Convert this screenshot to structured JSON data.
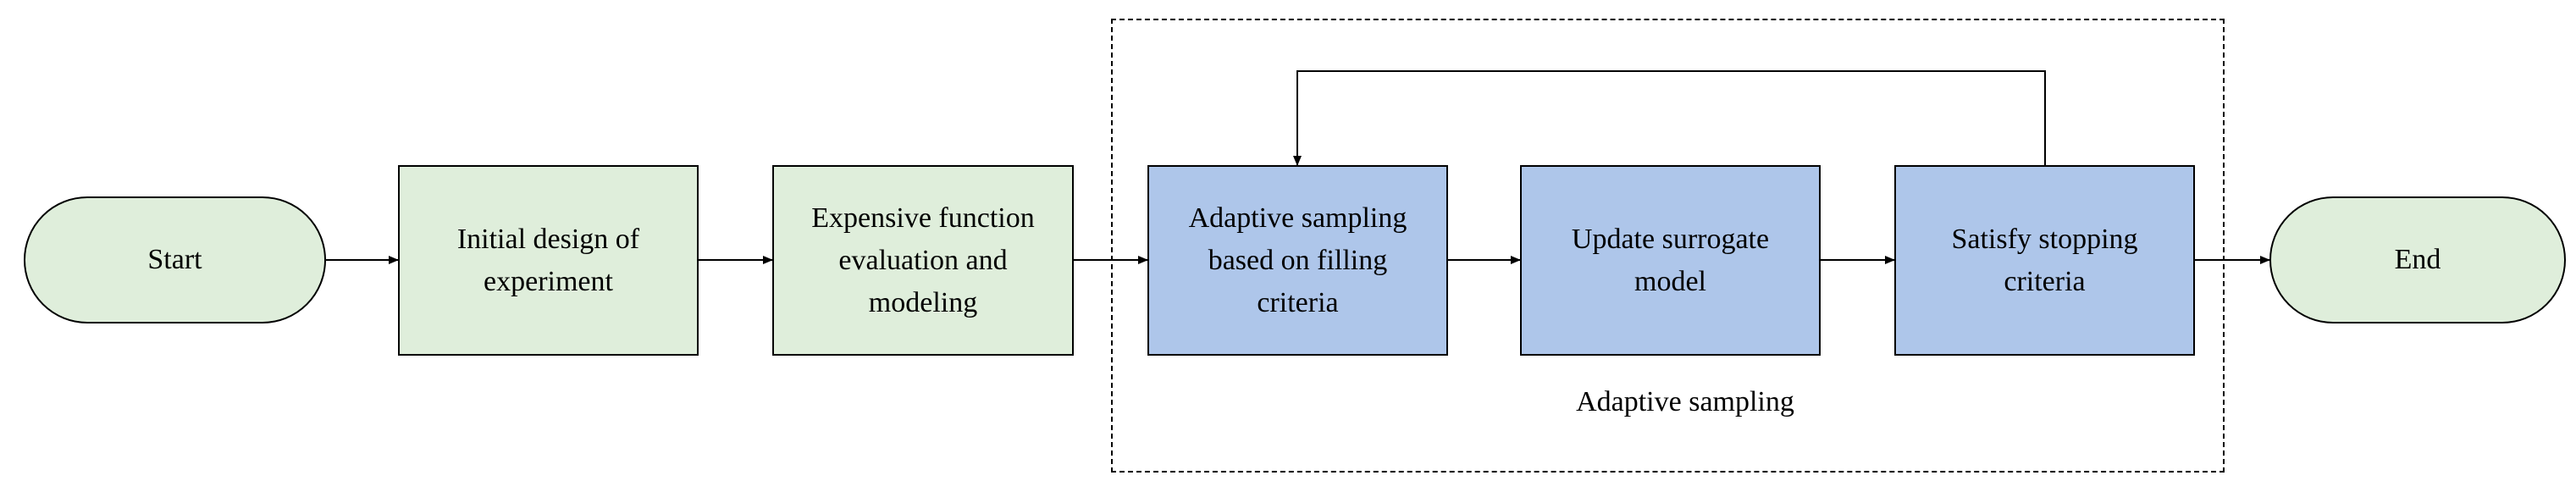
{
  "nodes": {
    "start": {
      "label": "Start",
      "fill": "#dfeedb"
    },
    "initial_doe": {
      "label": "Initial design of\nexperiment",
      "fill": "#dfeedb"
    },
    "expensive_eval": {
      "label": "Expensive function\nevaluation and\nmodeling",
      "fill": "#dfeedb"
    },
    "adaptive_sampling": {
      "label": "Adaptive sampling\nbased on filling\ncriteria",
      "fill": "#aec6ea"
    },
    "update_surrogate": {
      "label": "Update surrogate\nmodel",
      "fill": "#aec6ea"
    },
    "satisfy_stopping": {
      "label": "Satisfy stopping\ncriteria",
      "fill": "#aec6ea"
    },
    "end": {
      "label": "End",
      "fill": "#dfeedb"
    }
  },
  "group": {
    "label": "Adaptive sampling"
  },
  "edges": [
    {
      "from": "start",
      "to": "initial_doe"
    },
    {
      "from": "initial_doe",
      "to": "expensive_eval"
    },
    {
      "from": "expensive_eval",
      "to": "adaptive_sampling"
    },
    {
      "from": "adaptive_sampling",
      "to": "update_surrogate"
    },
    {
      "from": "update_surrogate",
      "to": "satisfy_stopping"
    },
    {
      "from": "satisfy_stopping",
      "to": "end"
    },
    {
      "from": "satisfy_stopping",
      "to": "adaptive_sampling",
      "kind": "loop-back"
    }
  ]
}
